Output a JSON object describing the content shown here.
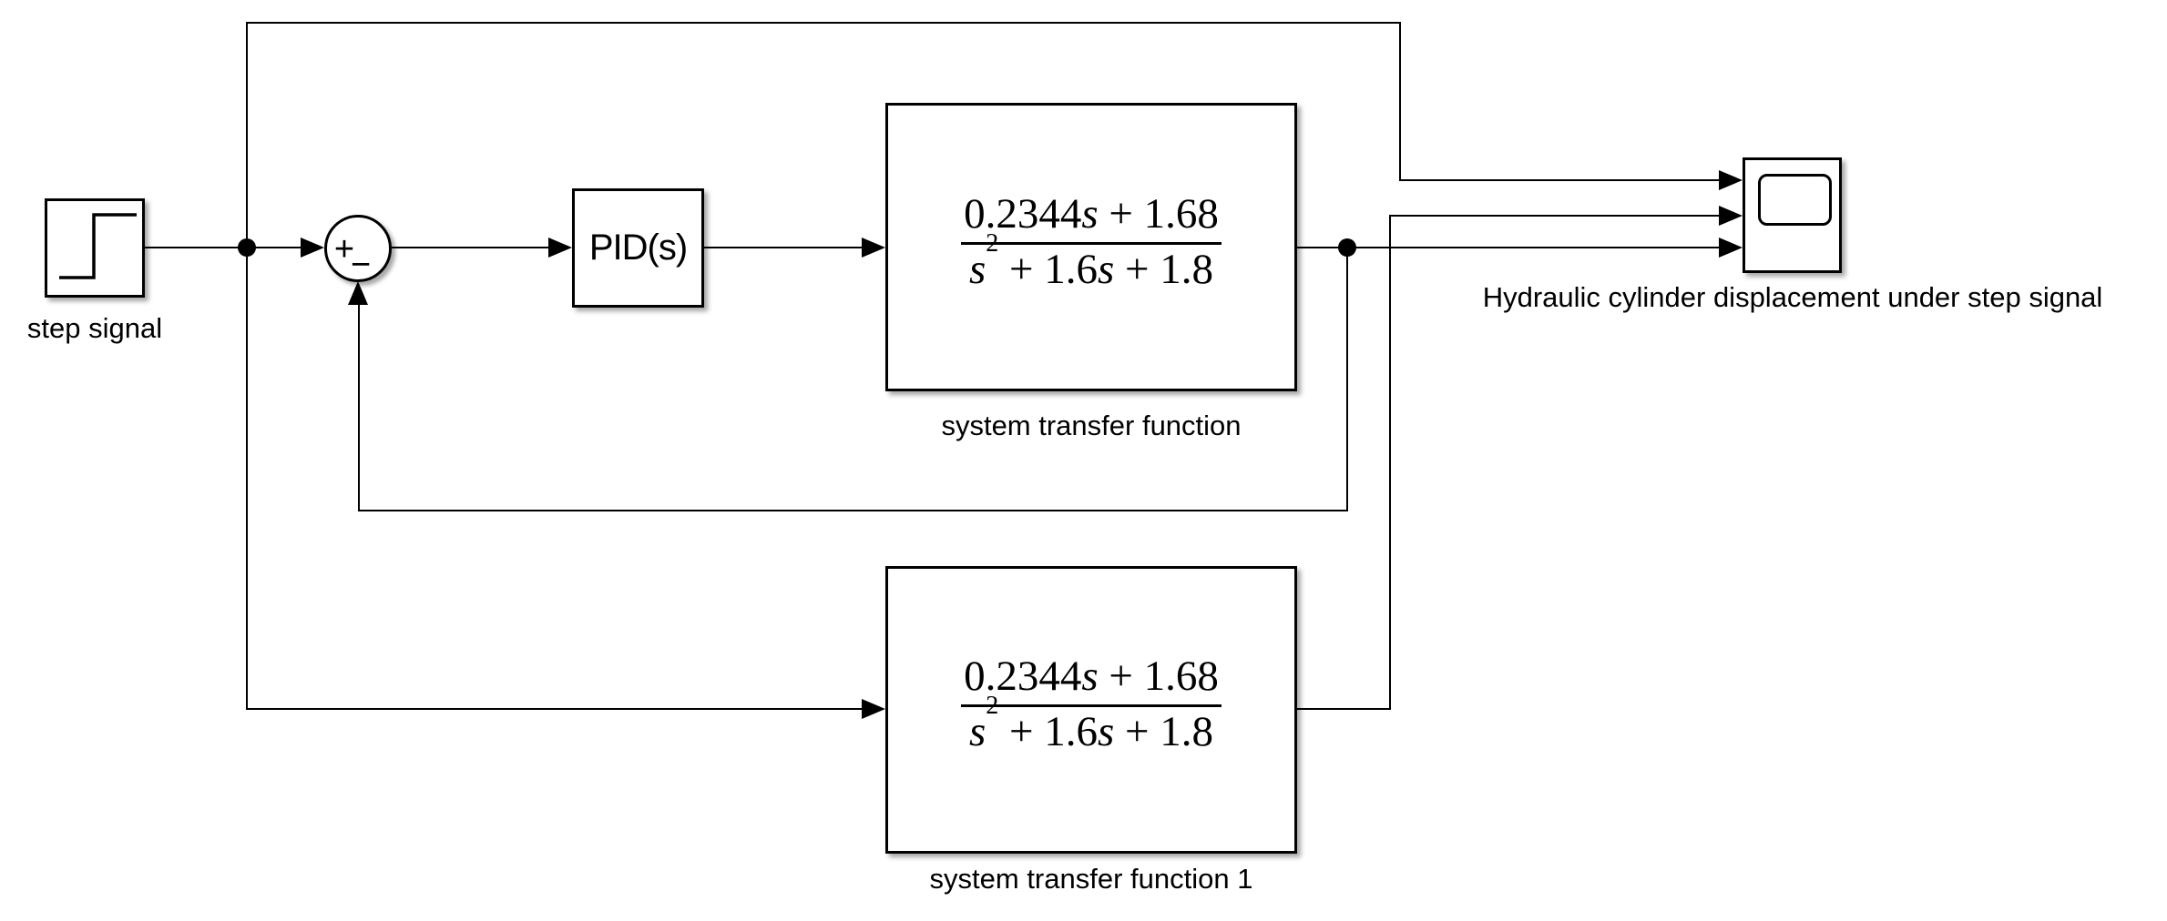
{
  "diagram": {
    "background_color": "#ffffff",
    "line_color": "#000000",
    "blocks": {
      "step": {
        "label": "step signal"
      },
      "sum": {
        "plus_sign": "+",
        "minus_sign": "−"
      },
      "pid": {
        "text": "PID(s)"
      },
      "tf1": {
        "label": "system transfer function"
      },
      "tf2": {
        "label": "system transfer function 1"
      },
      "scope": {
        "label": "Hydraulic cylinder displacement under step signal"
      }
    },
    "formula": {
      "num_coef": "0.2344",
      "num_s": "s",
      "num_rest": " + 1.68",
      "den_s1": "s",
      "den_exp": "2",
      "den_mid": " + 1.6",
      "den_s2": "s",
      "den_rest": " + 1.8"
    }
  }
}
